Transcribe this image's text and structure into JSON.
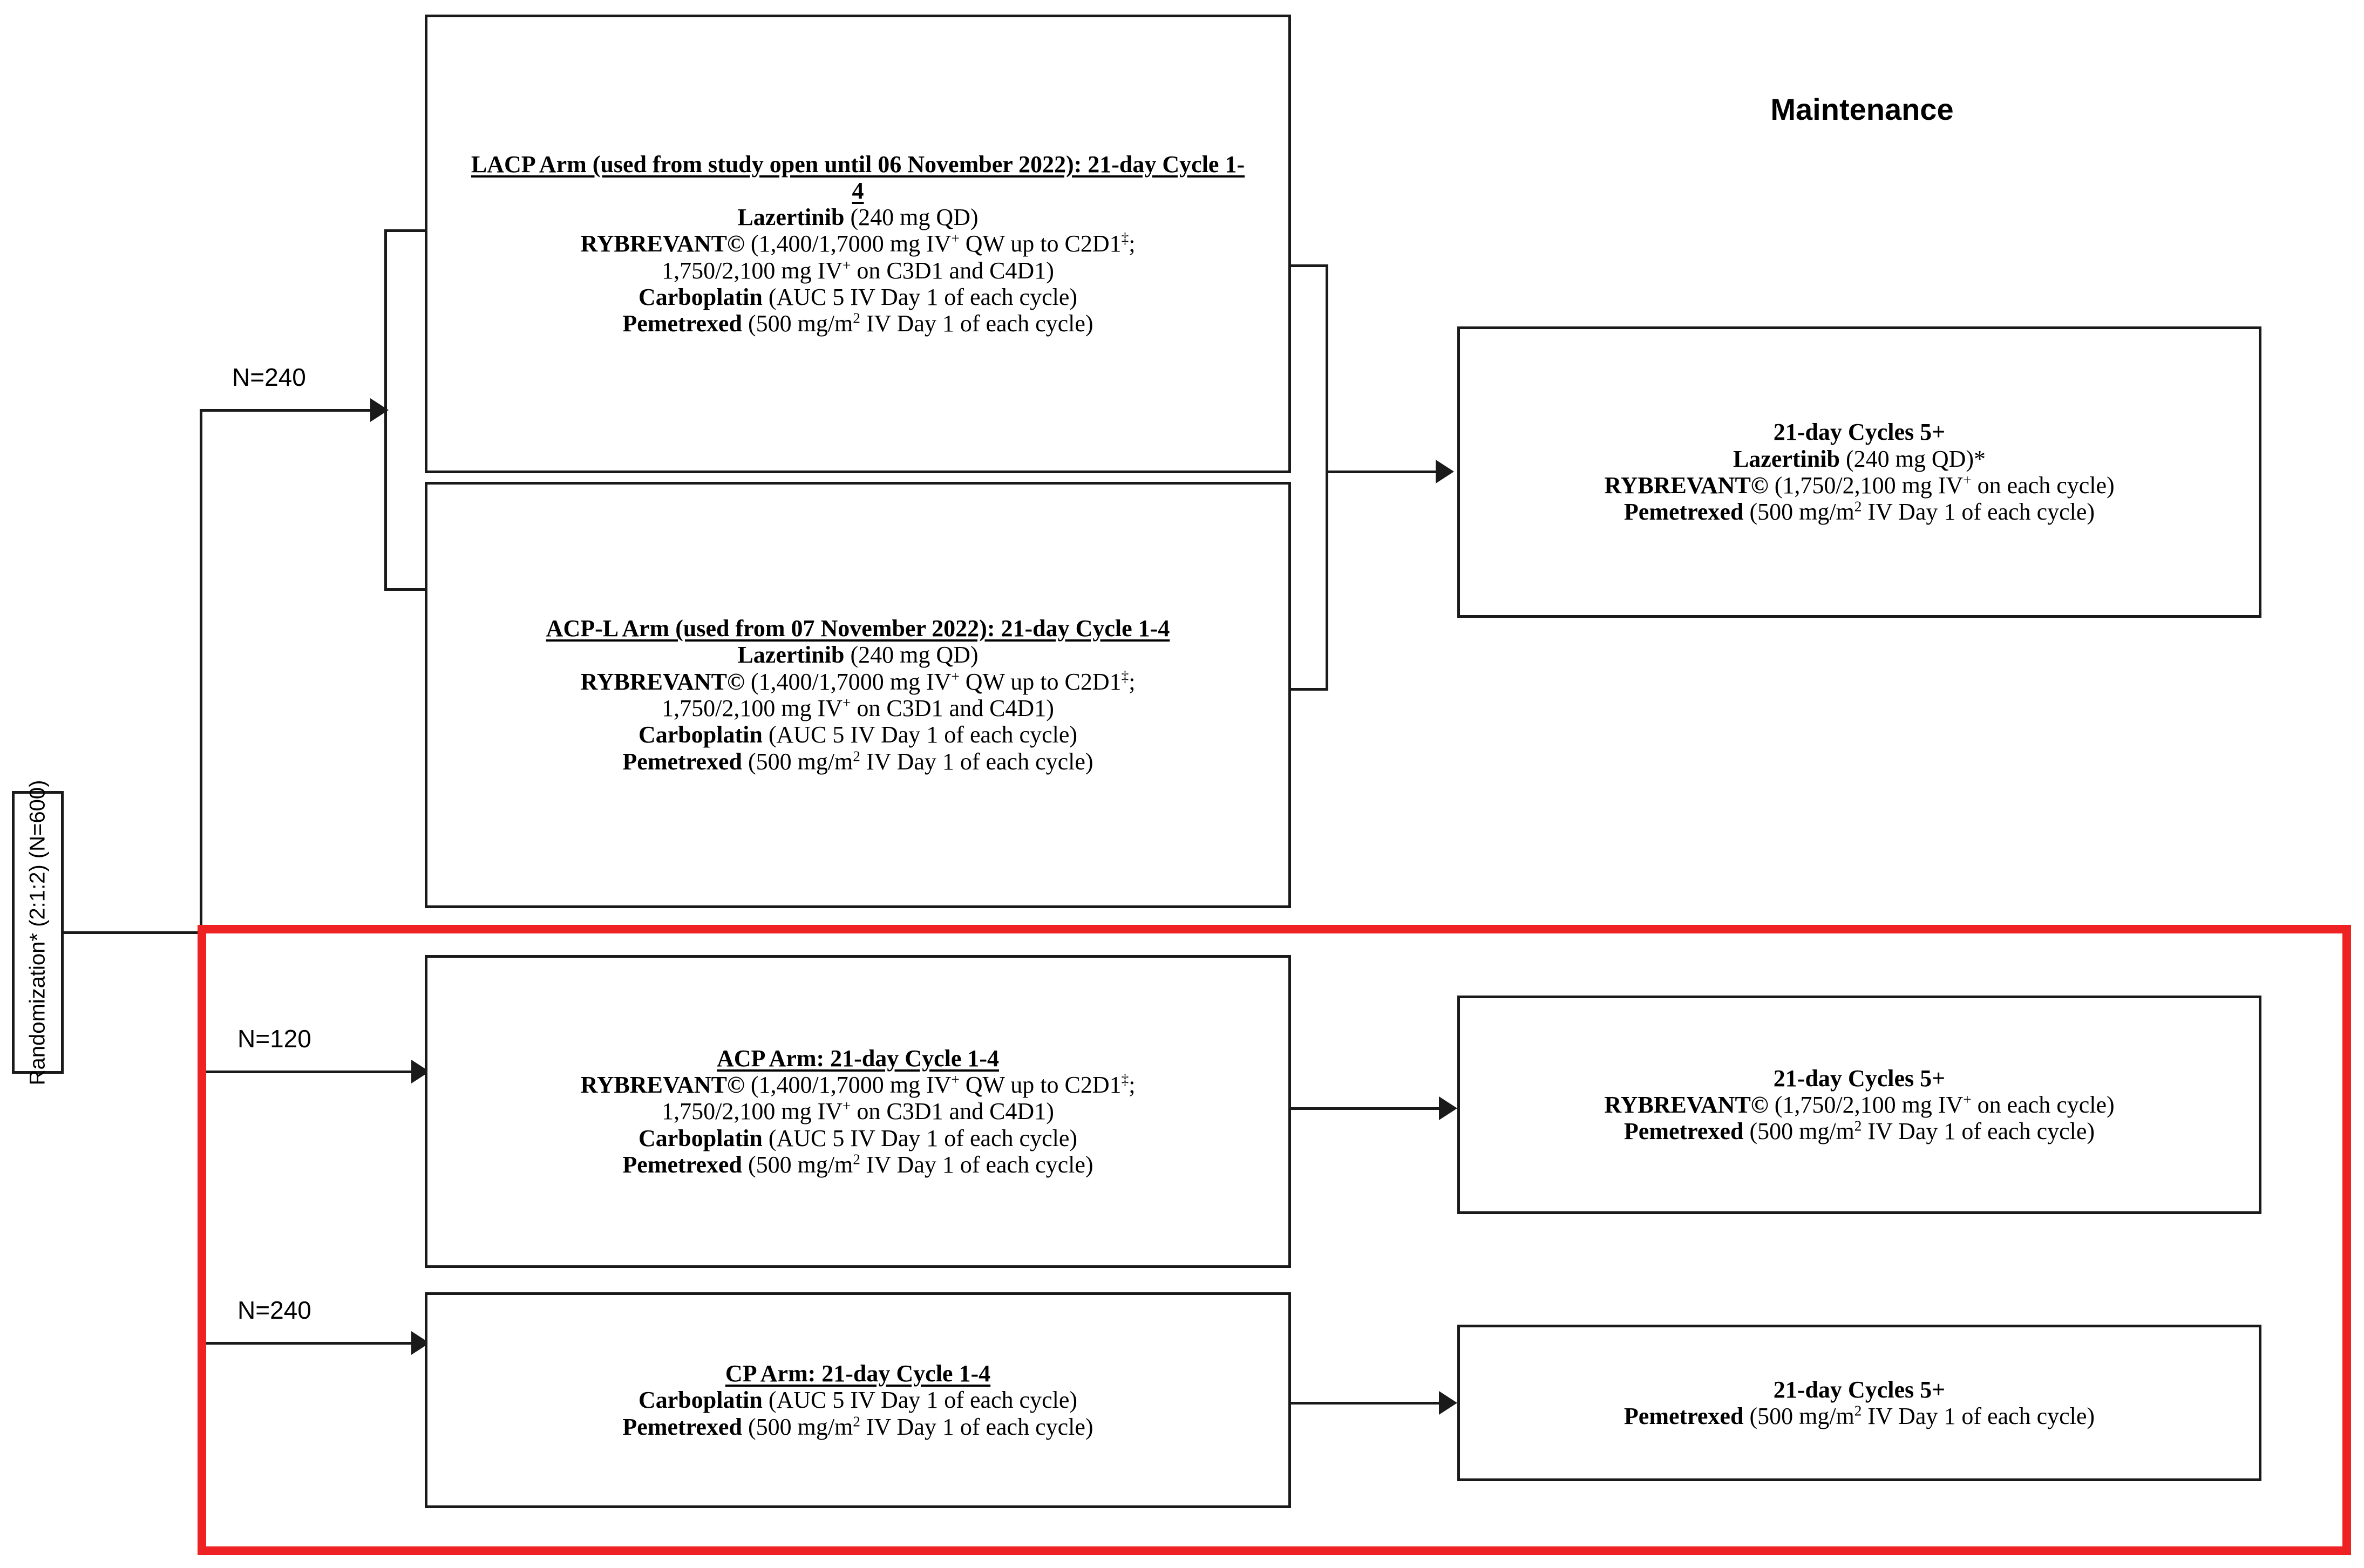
{
  "diagram": {
    "title_maintenance": "Maintenance",
    "randomization": {
      "label": "Randomization* (2:1:2) (N=600)"
    },
    "flow_labels": {
      "to_lacp_acpl": "N=240",
      "to_acp": "N=120",
      "to_cp": "N=240"
    },
    "arms": [
      {
        "id": "lacp",
        "header": "LACP Arm (used from study open until 06 November 2022): 21-day Cycle 1-4",
        "lines": [
          {
            "drug": "Lazertinib",
            "detail": " (240 mg QD)"
          },
          {
            "drug": "RYBREVANT©",
            "detail": " (1,400/1,7000 mg IV+ QW up to C2D1‡;"
          },
          {
            "drug": "",
            "detail": "1,750/2,100 mg IV+ on C3D1 and C4D1)"
          },
          {
            "drug": "Carboplatin",
            "detail": " (AUC 5 IV Day 1 of each cycle)"
          },
          {
            "drug": "Pemetrexed",
            "detail": " (500 mg/m2 IV Day 1 of each cycle)"
          }
        ]
      },
      {
        "id": "acpl",
        "header": "ACP-L Arm (used from 07 November 2022): 21-day Cycle 1-4",
        "lines": [
          {
            "drug": "Lazertinib",
            "detail": " (240 mg QD)"
          },
          {
            "drug": "RYBREVANT©",
            "detail": " (1,400/1,7000 mg IV+ QW up to C2D1‡;"
          },
          {
            "drug": "",
            "detail": "1,750/2,100 mg IV+ on C3D1 and C4D1)"
          },
          {
            "drug": "Carboplatin",
            "detail": " (AUC 5 IV Day 1 of each cycle)"
          },
          {
            "drug": "Pemetrexed",
            "detail": " (500 mg/m2 IV Day 1 of each cycle)"
          }
        ]
      },
      {
        "id": "acp",
        "header": "ACP Arm: 21-day Cycle 1-4",
        "lines": [
          {
            "drug": "RYBREVANT©",
            "detail": " (1,400/1,7000 mg IV+ QW up to C2D1‡;"
          },
          {
            "drug": "",
            "detail": "1,750/2,100 mg IV+ on C3D1 and C4D1)"
          },
          {
            "drug": "Carboplatin",
            "detail": " (AUC 5 IV Day 1 of each cycle)"
          },
          {
            "drug": "Pemetrexed",
            "detail": " (500 mg/m2 IV Day 1 of each cycle)"
          }
        ]
      },
      {
        "id": "cp",
        "header": "CP Arm: 21-day Cycle 1-4",
        "lines": [
          {
            "drug": "Carboplatin",
            "detail": " (AUC 5 IV Day 1 of each cycle)"
          },
          {
            "drug": "Pemetrexed",
            "detail": " (500 mg/m2 IV Day 1 of each cycle)"
          }
        ]
      }
    ],
    "maintenance_boxes": [
      {
        "id": "maint-top",
        "header": "21-day Cycles 5+",
        "lines": [
          {
            "drug": "Lazertinib",
            "detail": " (240 mg QD)*"
          },
          {
            "drug": "RYBREVANT©",
            "detail": " (1,750/2,100 mg IV+ on each cycle)"
          },
          {
            "drug": "Pemetrexed",
            "detail": " (500 mg/m2 IV Day 1 of each cycle)"
          }
        ]
      },
      {
        "id": "maint-acp",
        "header": "21-day Cycles 5+",
        "lines": [
          {
            "drug": "RYBREVANT©",
            "detail": " (1,750/2,100 mg IV+ on each cycle)"
          },
          {
            "drug": "Pemetrexed",
            "detail": " (500 mg/m2 IV Day 1 of each cycle)"
          }
        ]
      },
      {
        "id": "maint-cp",
        "header": "21-day Cycles 5+",
        "lines": [
          {
            "drug": "Pemetrexed",
            "detail": " (500 mg/m2 IV Day 1 of each cycle)"
          }
        ]
      }
    ],
    "colors": {
      "highlight": "#ee2222",
      "stroke": "#1a1a1a",
      "text": "#000000"
    }
  }
}
